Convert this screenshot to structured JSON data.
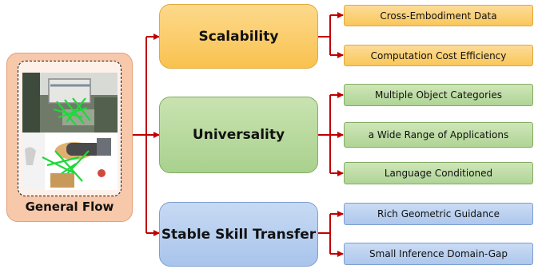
{
  "general_flow": {
    "label": "General Flow"
  },
  "categories": [
    {
      "id": "scalability",
      "label": "Scalability",
      "color": "#f9c24f",
      "items": [
        "Cross-Embodiment Data",
        "Computation Cost Efficiency"
      ]
    },
    {
      "id": "universality",
      "label": "Universality",
      "color": "#a9d18e",
      "items": [
        "Multiple Object Categories",
        "a Wide Range of Applications",
        "Language Conditioned"
      ]
    },
    {
      "id": "stable-skill-transfer",
      "label": "Stable Skill Transfer",
      "color": "#a9c4eb",
      "items": [
        "Rich Geometric Guidance",
        "Small Inference Domain-Gap"
      ]
    }
  ],
  "arrow_color": "#c00000"
}
